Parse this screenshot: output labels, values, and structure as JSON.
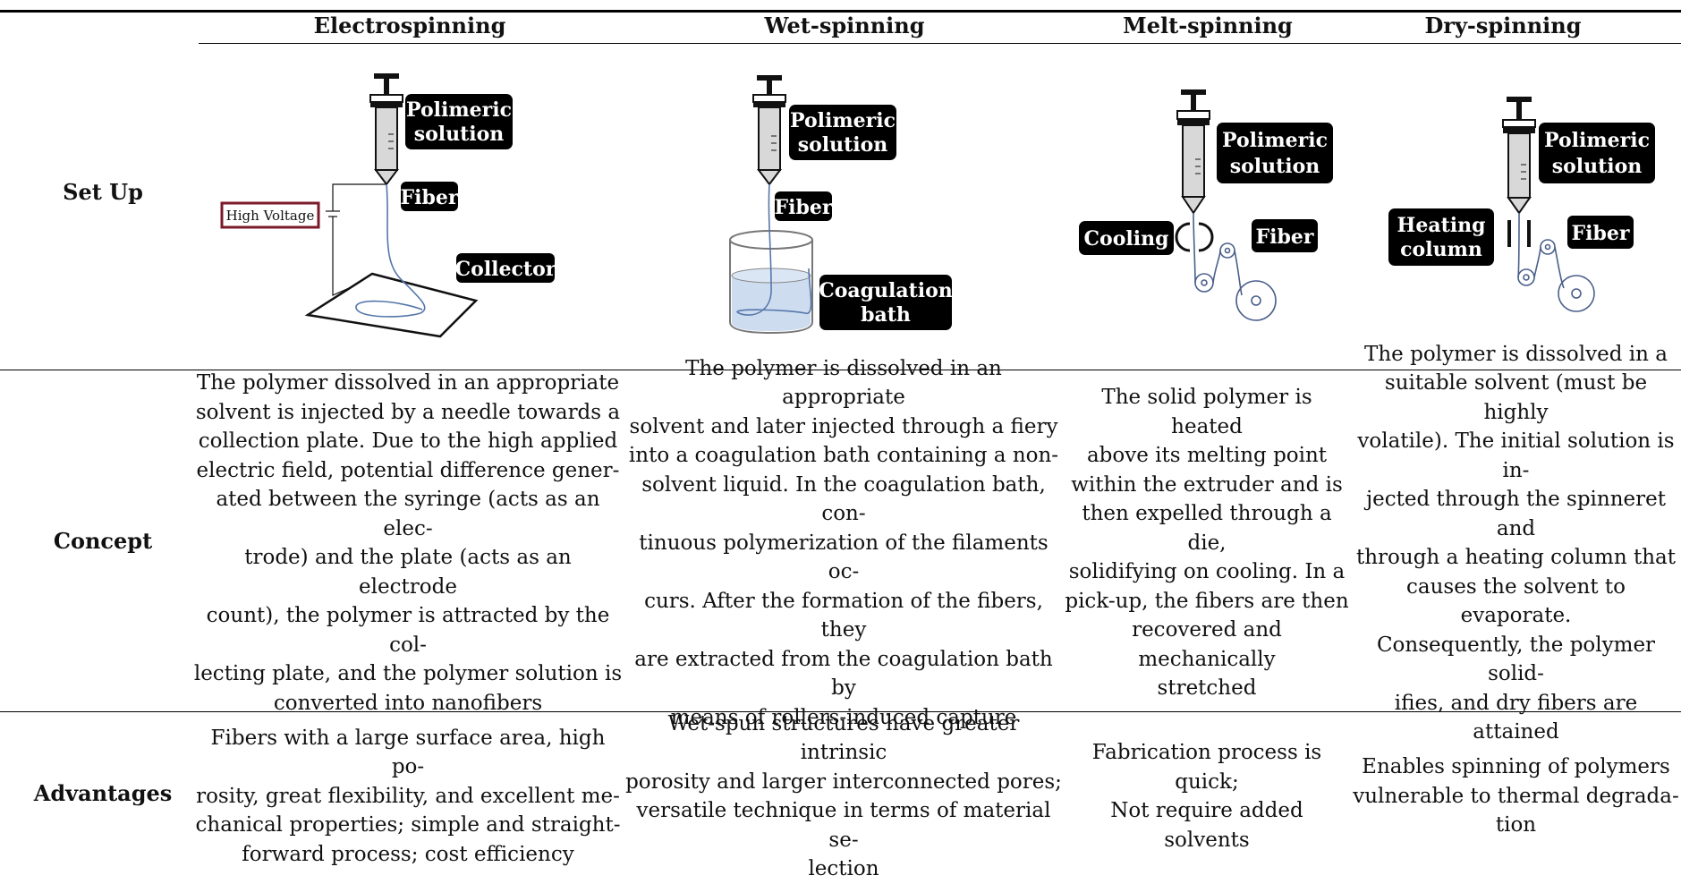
{
  "columns": [
    "Electrospinning",
    "Wet-spinning",
    "Melt-spinning",
    "Dry-spinning"
  ],
  "rows": {
    "setup": "Set Up",
    "concept": "Concept",
    "advantages": "Advantages"
  },
  "setup_labels": {
    "electro": {
      "solution": [
        "Polimeric",
        "solution"
      ],
      "fiber": "Fiber",
      "collector": "Collector",
      "voltage": "High Voltage"
    },
    "wet": {
      "solution": [
        "Polimeric",
        "solution"
      ],
      "fiber": "Fiber",
      "bath": [
        "Coagulation",
        "bath"
      ]
    },
    "melt": {
      "solution": [
        "Polimeric",
        "solution"
      ],
      "cooling": "Cooling",
      "fiber": "Fiber"
    },
    "dry": {
      "solution": [
        "Polimeric",
        "solution"
      ],
      "heating": [
        "Heating",
        "column"
      ],
      "fiber": "Fiber"
    }
  },
  "concept": {
    "electro": [
      "The polymer dissolved in an appropriate",
      "solvent is injected by a needle towards a",
      "collection plate. Due to the high applied",
      "electric field, potential difference gener-",
      "ated between the syringe (acts as an elec-",
      "trode) and the plate (acts as an electrode",
      "count), the polymer is attracted by the col-",
      "lecting plate, and the polymer solution is",
      "converted into nanofibers"
    ],
    "wet": [
      "The polymer is dissolved in an appropriate",
      "solvent and later injected through a fiery",
      "into a coagulation bath containing a non-",
      "solvent liquid. In the coagulation bath, con-",
      "tinuous polymerization of the filaments oc-",
      "curs. After the formation of the fibers, they",
      "are extracted from the coagulation bath by",
      "means of rollers-induced capture"
    ],
    "melt": [
      "The solid polymer is heated",
      "above its melting point",
      "within the extruder and is",
      "then expelled through a die,",
      "solidifying on cooling. In a",
      "pick-up, the fibers are then",
      "recovered and mechanically",
      "stretched"
    ],
    "dry": [
      "The polymer is dissolved in a",
      "suitable solvent (must be highly",
      "volatile). The initial solution is in-",
      "jected through the spinneret and",
      "through a heating column that",
      "causes the solvent to evaporate.",
      "Consequently, the polymer solid-",
      "ifies, and dry fibers are attained"
    ]
  },
  "advantages": {
    "electro": [
      "Fibers with a large surface area, high po-",
      "rosity, great flexibility, and excellent me-",
      "chanical properties; simple and straight-",
      "forward process; cost efficiency"
    ],
    "wet": [
      "Wet-spun structures have greater intrinsic",
      "porosity and larger interconnected pores;",
      "versatile technique in terms of material se-",
      "lection"
    ],
    "melt": [
      "Fabrication process is quick;",
      "Not require added solvents"
    ],
    "dry": [
      "Enables spinning of polymers",
      "vulnerable to thermal degrada-",
      "tion"
    ]
  },
  "colors": {
    "voltage_border": "#7a1a2a",
    "label_bg": "#000000",
    "fiber": "#5577aa",
    "bath": "#c9d8ee"
  }
}
